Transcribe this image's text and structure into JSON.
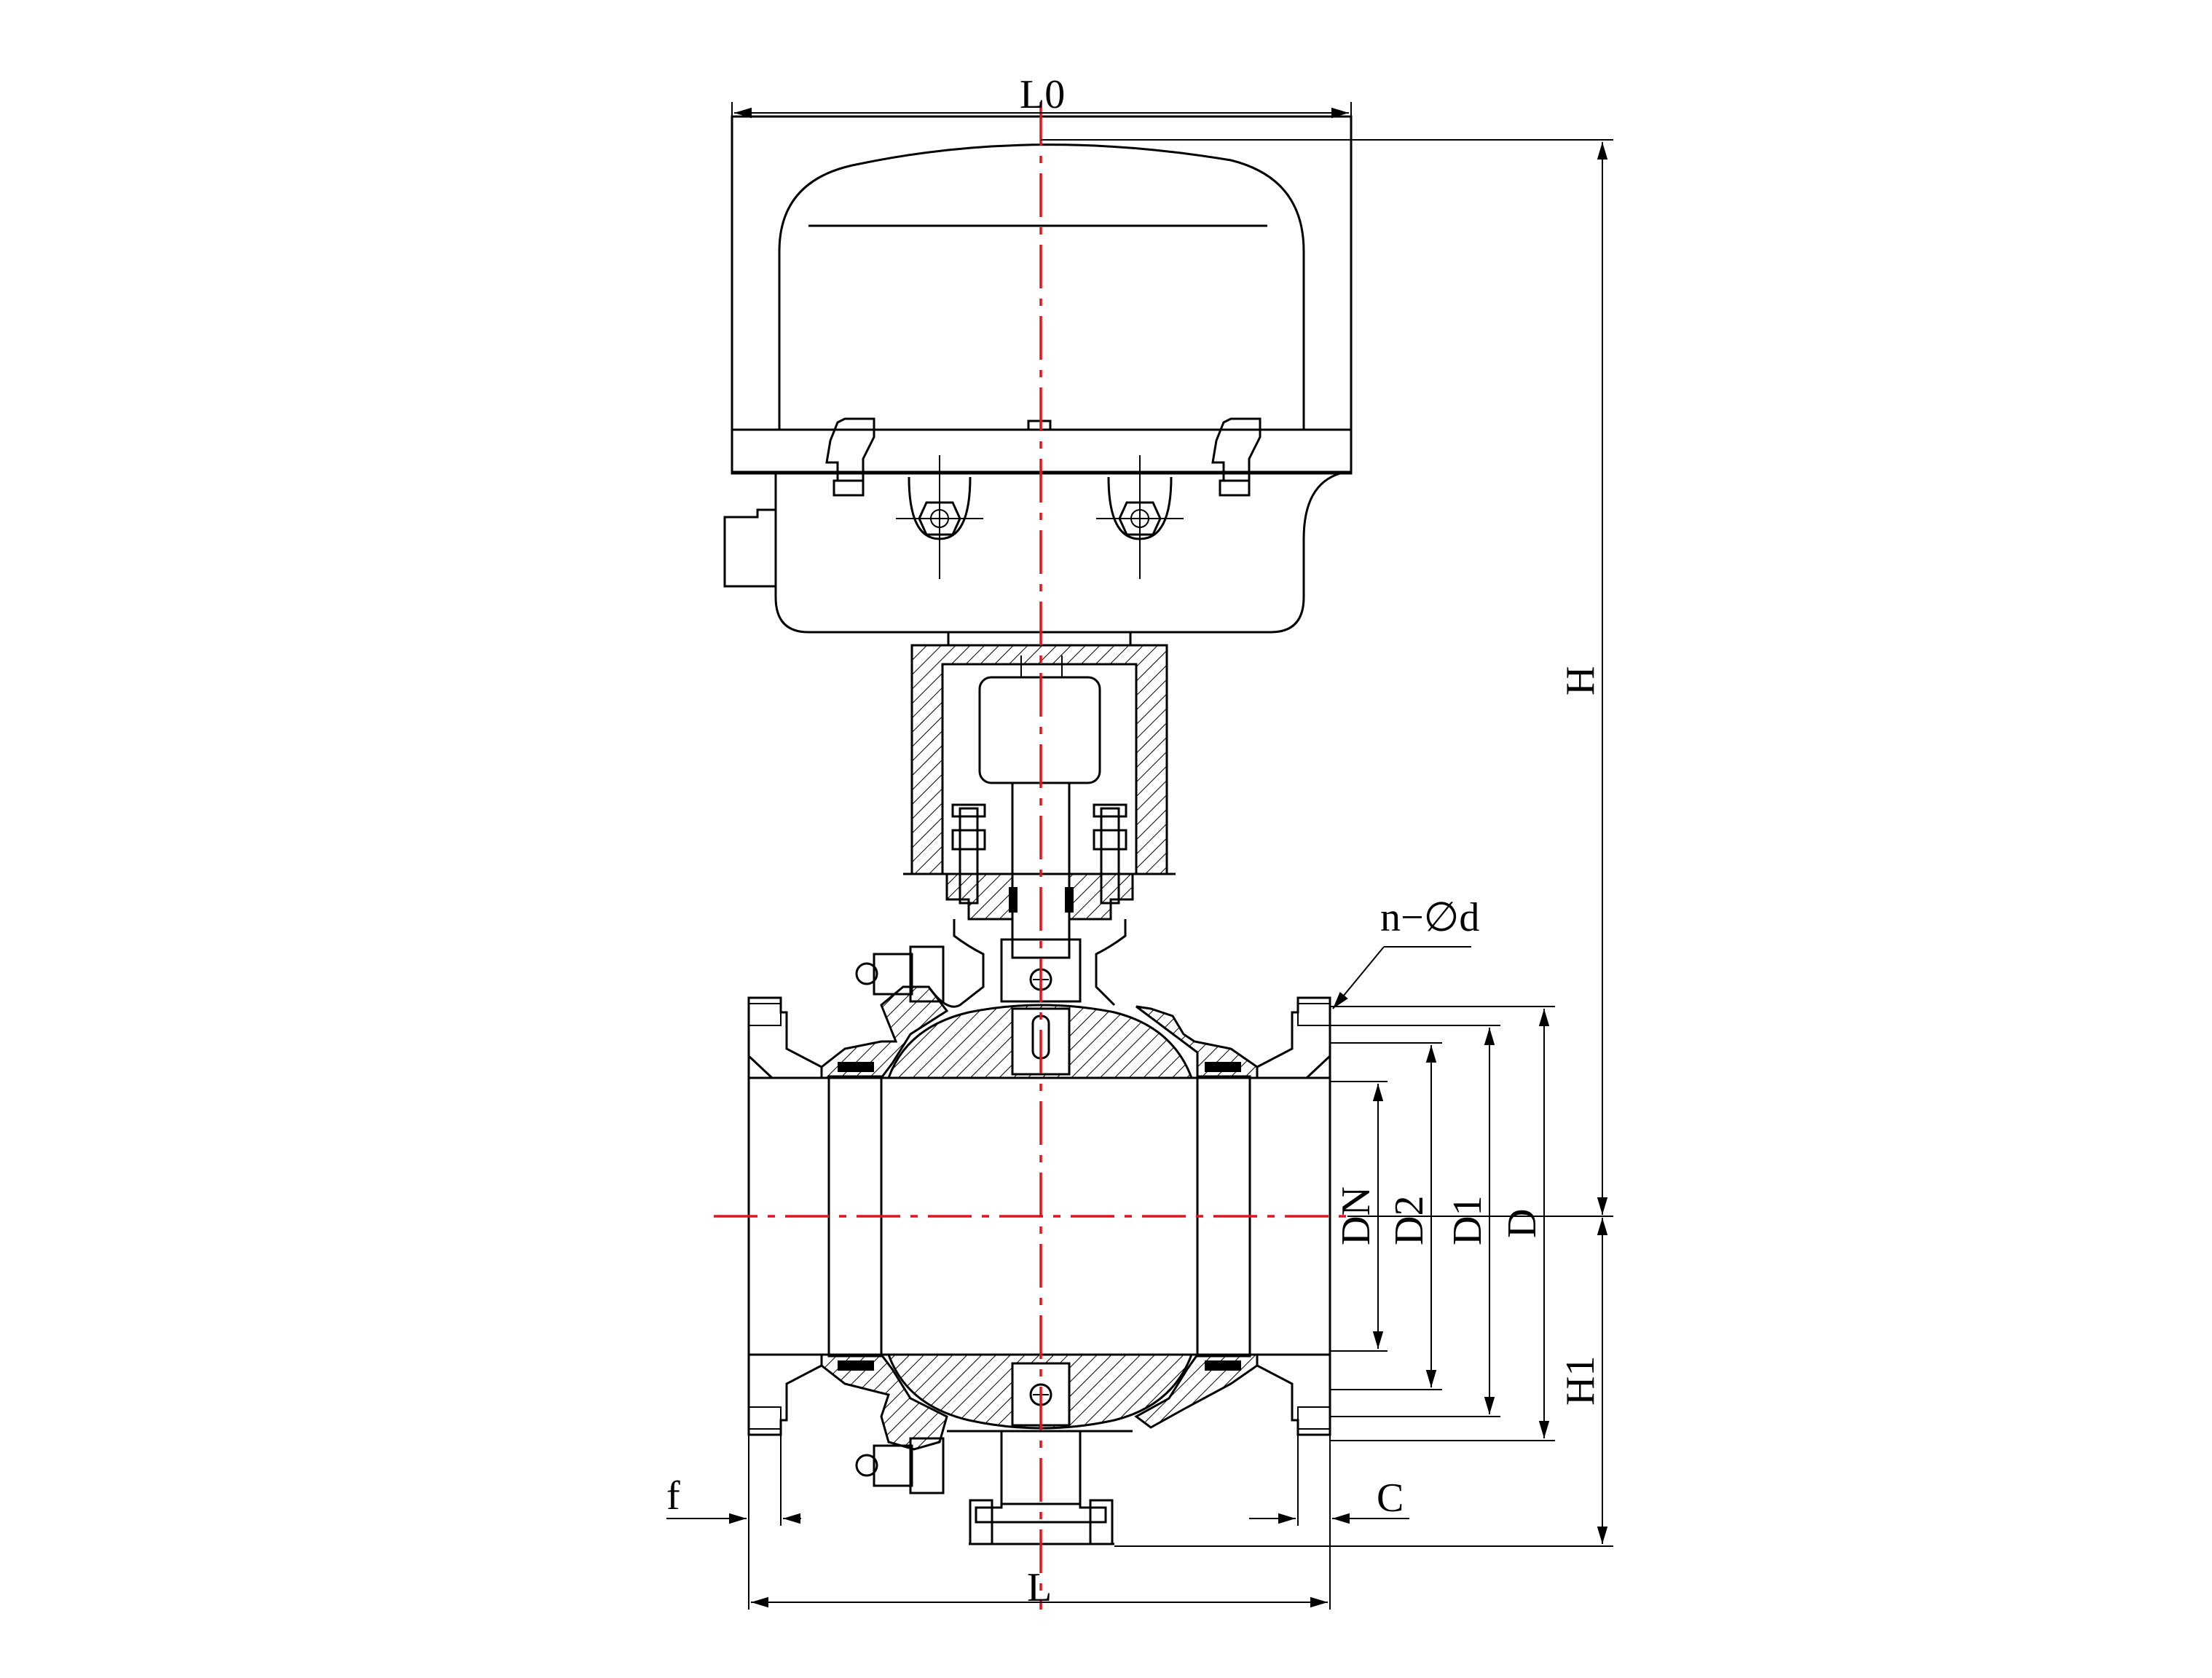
{
  "labels": {
    "L0": "L0",
    "H": "H",
    "H1": "H1",
    "n_d": "n−∅d",
    "DN": "DN",
    "D2": "D2",
    "D1": "D1",
    "D": "D",
    "f": "f",
    "C": "C",
    "L": "L"
  },
  "colors": {
    "line": "#000000",
    "centerline": "#e0141e",
    "background": "#ffffff"
  }
}
